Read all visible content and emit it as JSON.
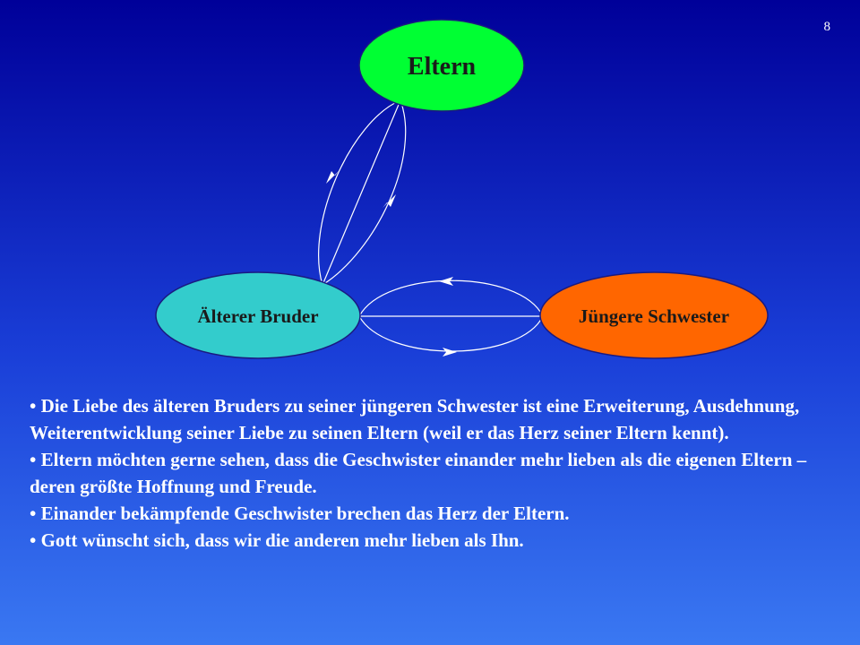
{
  "page_number": "8",
  "nodes": {
    "parents": {
      "label": "Eltern",
      "color": "#00ff33"
    },
    "older_brother": {
      "label": "Älterer Bruder",
      "color": "#33cccc"
    },
    "younger_sister": {
      "label": "Jüngere Schwester",
      "color": "#ff6600"
    }
  },
  "bullets": [
    "• Die Liebe des älteren Bruders zu seiner jüngeren Schwester ist eine Erweiterung, Ausdehnung, Weiterentwicklung seiner Liebe zu seinen Eltern (weil er das Herz seiner Eltern kennt).",
    "• Eltern möchten gerne sehen, dass die Geschwister einander mehr lieben als die eigenen Eltern – deren größte Hoffnung und Freude.",
    "• Einander bekämpfende Geschwister brechen das Herz der Eltern.",
    "• Gott wünscht sich, dass wir die anderen mehr lieben als Ihn."
  ]
}
